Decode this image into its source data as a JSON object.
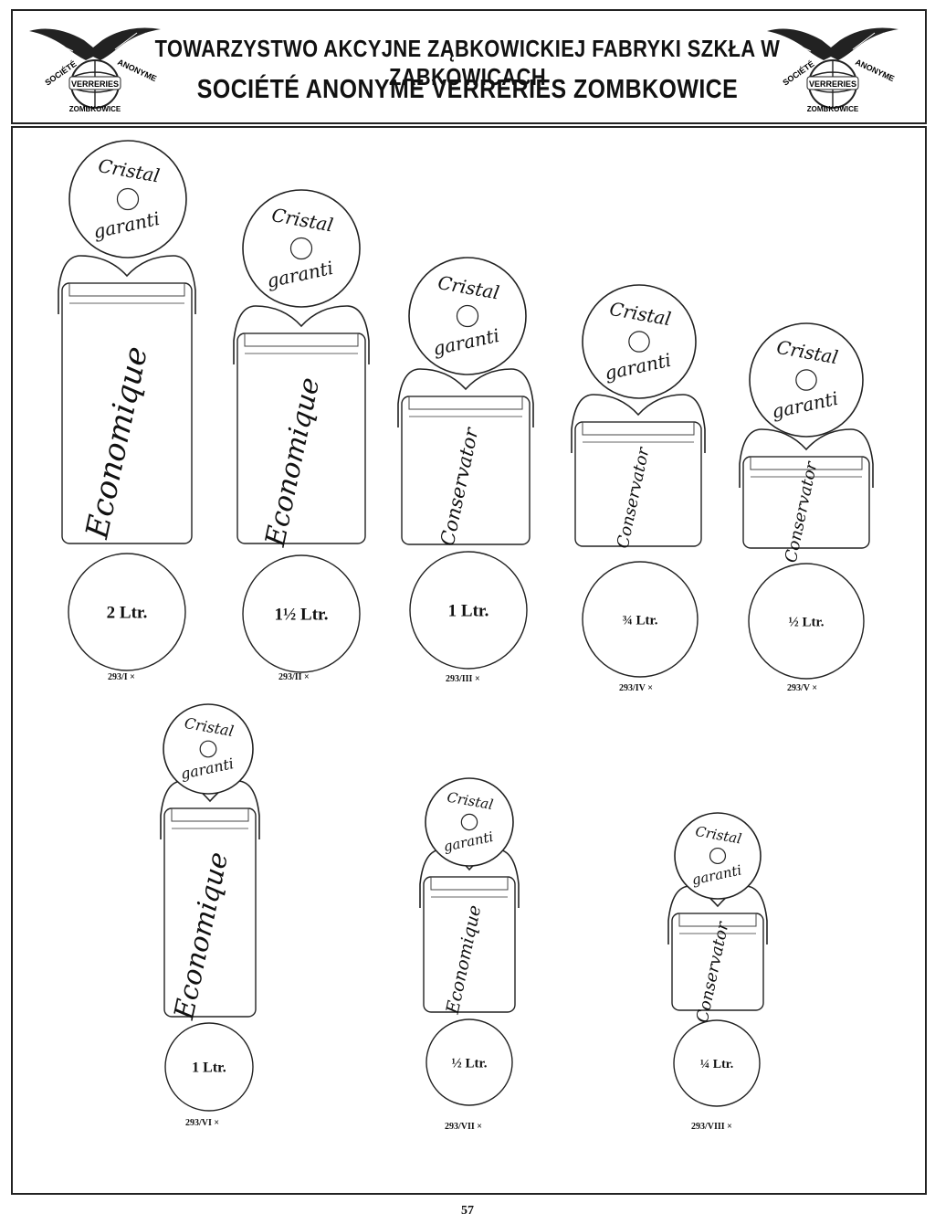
{
  "header": {
    "line1": "TOWARZYSTWO AKCYJNE ZĄBKOWICKIEJ FABRYKI SZKŁA W ZĄBKOWICACH",
    "line2": "SOCIÉTÉ ANONYME VERRERIES ZOMBKOWICE",
    "logo_seal": {
      "left_arc": "SOCIÉTÉ",
      "right_arc": "ANONYME",
      "band": "VERRERIES",
      "bottom": "ZOMBKOWICE"
    }
  },
  "lid_text": {
    "top": "Cristal",
    "bottom": "garanti"
  },
  "items": [
    {
      "code": "293/I ×",
      "volume": "2 Ltr.",
      "jar_label": "Economique"
    },
    {
      "code": "293/II ×",
      "volume": "1½ Ltr.",
      "jar_label": "Economique"
    },
    {
      "code": "293/III ×",
      "volume": "1 Ltr.",
      "jar_label": "Conservator"
    },
    {
      "code": "293/IV ×",
      "volume": "¾ Ltr.",
      "jar_label": "Conservator"
    },
    {
      "code": "293/V ×",
      "volume": "½ Ltr.",
      "jar_label": "Conservator"
    },
    {
      "code": "293/VI ×",
      "volume": "1 Ltr.",
      "jar_label": "Economique"
    },
    {
      "code": "293/VII ×",
      "volume": "½ Ltr.",
      "jar_label": "Economique"
    },
    {
      "code": "293/VIII ×",
      "volume": "¼ Ltr.",
      "jar_label": "Conservator"
    }
  ],
  "page_number": "57"
}
